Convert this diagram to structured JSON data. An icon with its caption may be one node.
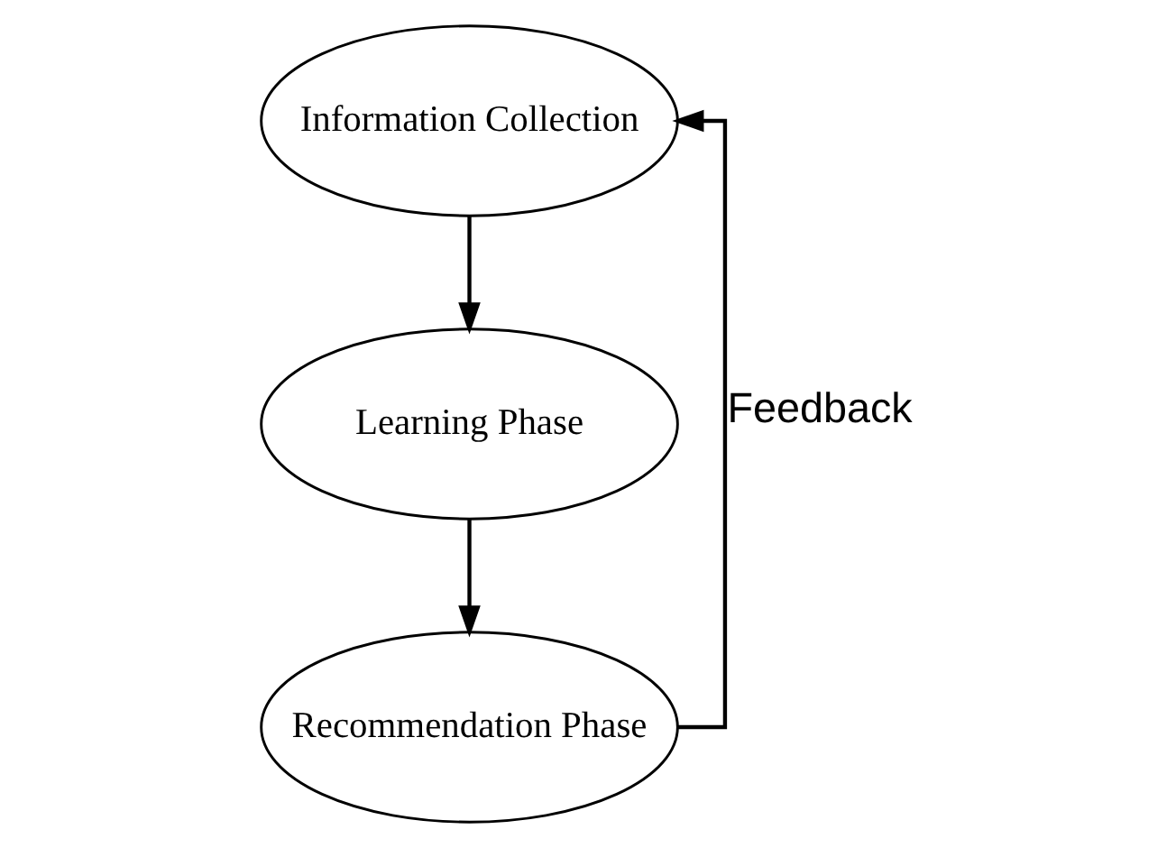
{
  "diagram": {
    "nodes": [
      {
        "text": [
          "Information Collection"
        ]
      },
      {
        "text": [
          "Learning Phase"
        ]
      },
      {
        "text": [
          "Recommendation Phase"
        ]
      }
    ],
    "edges": [
      {
        "from": 0,
        "to": 1,
        "arrow": "to"
      },
      {
        "from": 1,
        "to": 2,
        "arrow": "to"
      },
      {
        "from": 2,
        "to": 0,
        "arrow": "to",
        "label": "Feedback"
      }
    ]
  }
}
